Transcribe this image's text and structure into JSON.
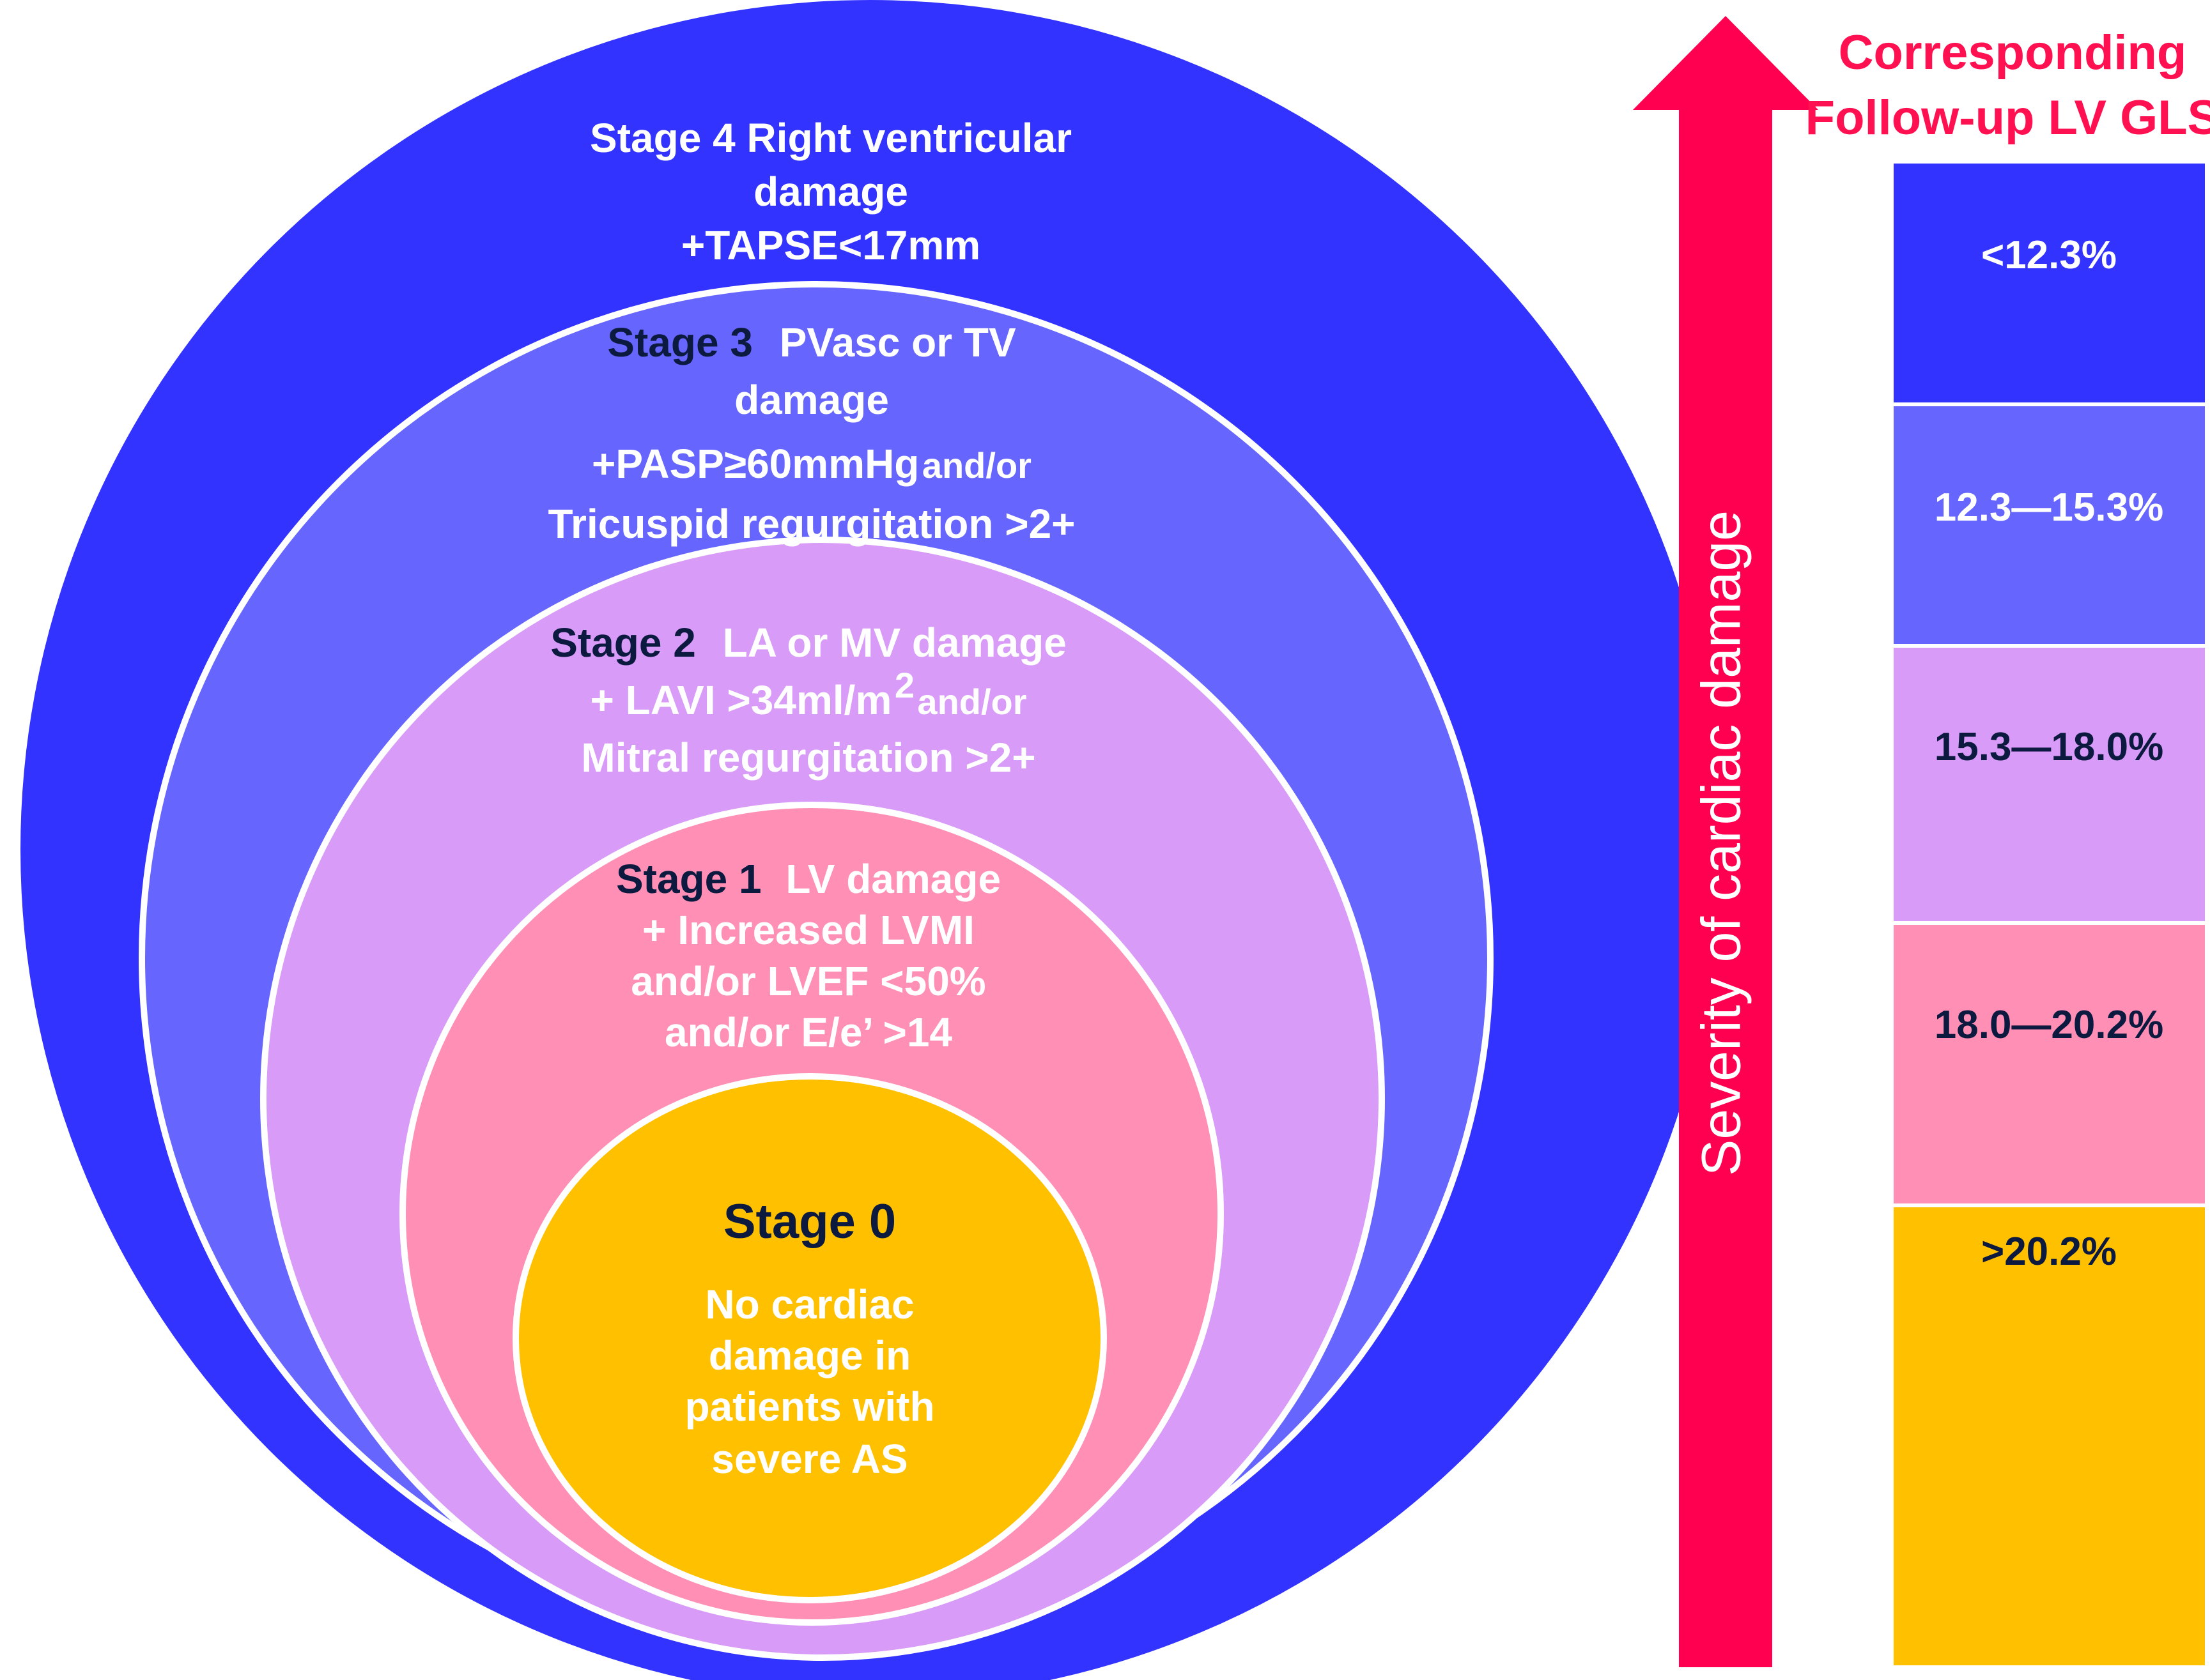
{
  "colors": {
    "stage4": "#3333ff",
    "stage3": "#6666ff",
    "stage2": "#d89bf7",
    "stage1": "#ff8fb5",
    "stage0": "#ffc000",
    "arrow": "#ff0050",
    "white_text": "#ffffff",
    "dark_text": "#0d1a40",
    "title_red": "#ff1050"
  },
  "stages": {
    "stage4": {
      "line1": "Stage 4 Right ventricular",
      "line2": "damage",
      "line3": "+TAPSE<17mm"
    },
    "stage3": {
      "title": "Stage 3",
      "name": "PVasc or TV",
      "line2": "damage",
      "line3a": "+PASP≥60mmHg",
      "line3b": " and/or",
      "line4": "Tricuspid regurgitation >2+"
    },
    "stage2": {
      "title": "Stage 2",
      "name": "LA or MV damage",
      "line2a": "+ LAVI >34ml/m",
      "line2sup": "2",
      "line2b": " and/or",
      "line3": "Mitral regurgitation >2+"
    },
    "stage1": {
      "title": "Stage 1",
      "name": "LV damage",
      "line2": "+ Increased LVMI",
      "line3": "and/or LVEF <50%",
      "line4": "and/or E/e’ >14"
    },
    "stage0": {
      "title": "Stage 0",
      "line1": "No cardiac",
      "line2": "damage in",
      "line3": "patients with",
      "line4": "severe AS"
    }
  },
  "arrow": {
    "label": "Severity of cardiac damage"
  },
  "gls": {
    "title_line1": "Corresponding",
    "title_line2": "Follow-up LV GLS",
    "values": [
      "<12.3%",
      "12.3—15.3%",
      "15.3—18.0%",
      "18.0—20.2%",
      ">20.2%"
    ]
  }
}
